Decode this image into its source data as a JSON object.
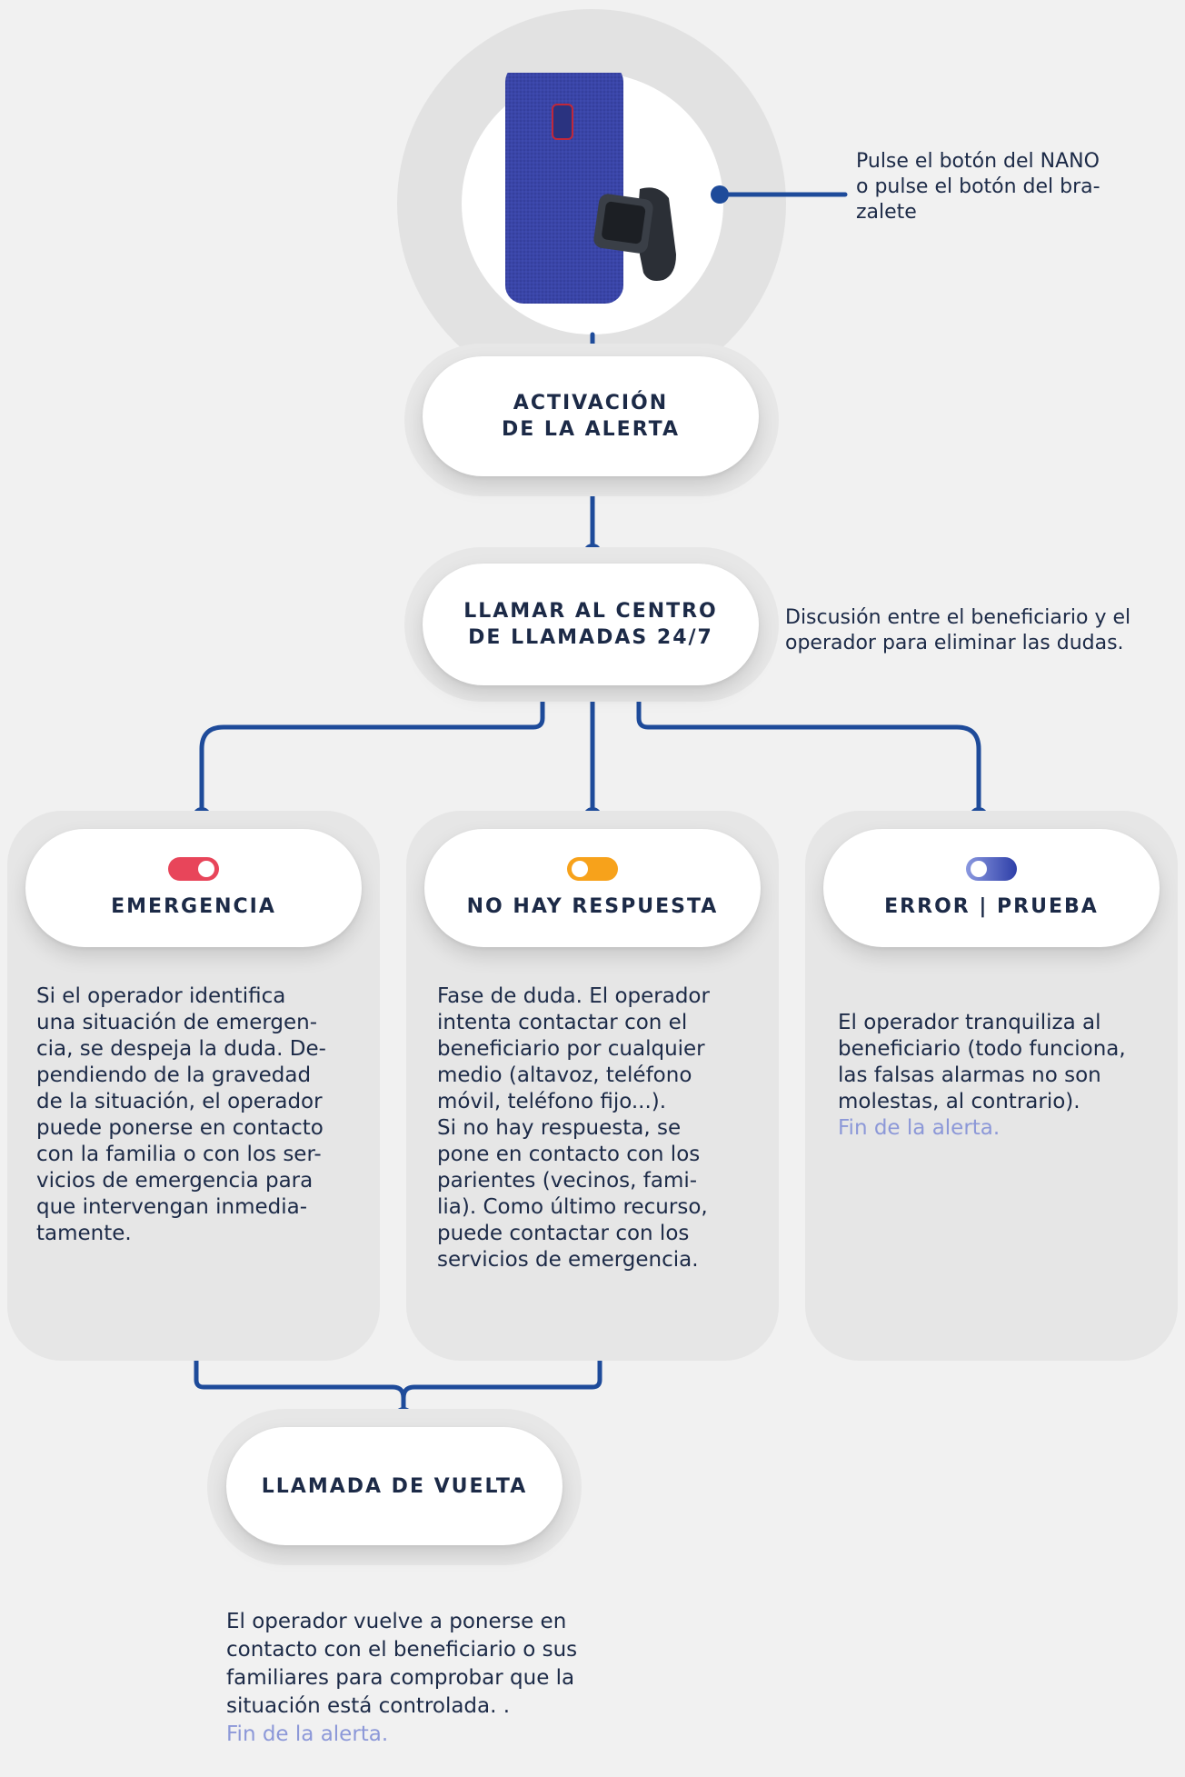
{
  "activation": {
    "title": "ACTIVACIÓN\nDE LA ALERTA",
    "callout": "Pulse el botón del NANO\no pulse el botón del bra-\nzalete"
  },
  "call_center": {
    "title": "LLAMAR AL CENTRO\nDE LLAMADAS 24/7",
    "callout": "Discusión entre el beneficiario y el\noperador para eliminar las dudas."
  },
  "branches": [
    {
      "title": "EMERGENCIA",
      "toggle_color": "#e8455a",
      "text": "Si el operador identifica\nuna situación de emergen-\ncia, se despeja la duda. De-\npendiendo de la gravedad\nde la situación, el operador\npuede ponerse en contacto\ncon la familia o con los ser-\nvicios de emergencia para\nque intervengan inmedia-\ntamente.",
      "link": ""
    },
    {
      "title": "NO HAY RESPUESTA",
      "toggle_color": "#f7a21b",
      "text": "Fase de duda. El operador\nintenta contactar con el\nbeneficiario por cualquier\nmedio (altavoz, teléfono\nmóvil, teléfono fijo...).\nSi no hay respuesta, se\npone en contacto con los\nparientes (vecinos, fami-\nlia). Como último recurso,\npuede contactar con los\nservicios de emergencia.",
      "link": ""
    },
    {
      "title": "ERROR | PRUEBA",
      "toggle_color": "#3d4fb8",
      "text": "El operador tranquiliza al\nbeneficiario (todo funciona,\nlas falsas alarmas no son\nmolestas, al contrario).",
      "link": "Fin de la alerta."
    }
  ],
  "callback": {
    "title": "LLAMADA DE VUELTA",
    "text": "El operador vuelve a ponerse en\ncontacto con el beneficiario o sus\nfamiliares para comprobar que la\nsituación está controlada. .",
    "link": "Fin de la alerta."
  },
  "colors": {
    "connector": "#1e4b9a",
    "background": "#f1f1f1",
    "card": "#e6e6e6",
    "link": "#8c98d8"
  }
}
